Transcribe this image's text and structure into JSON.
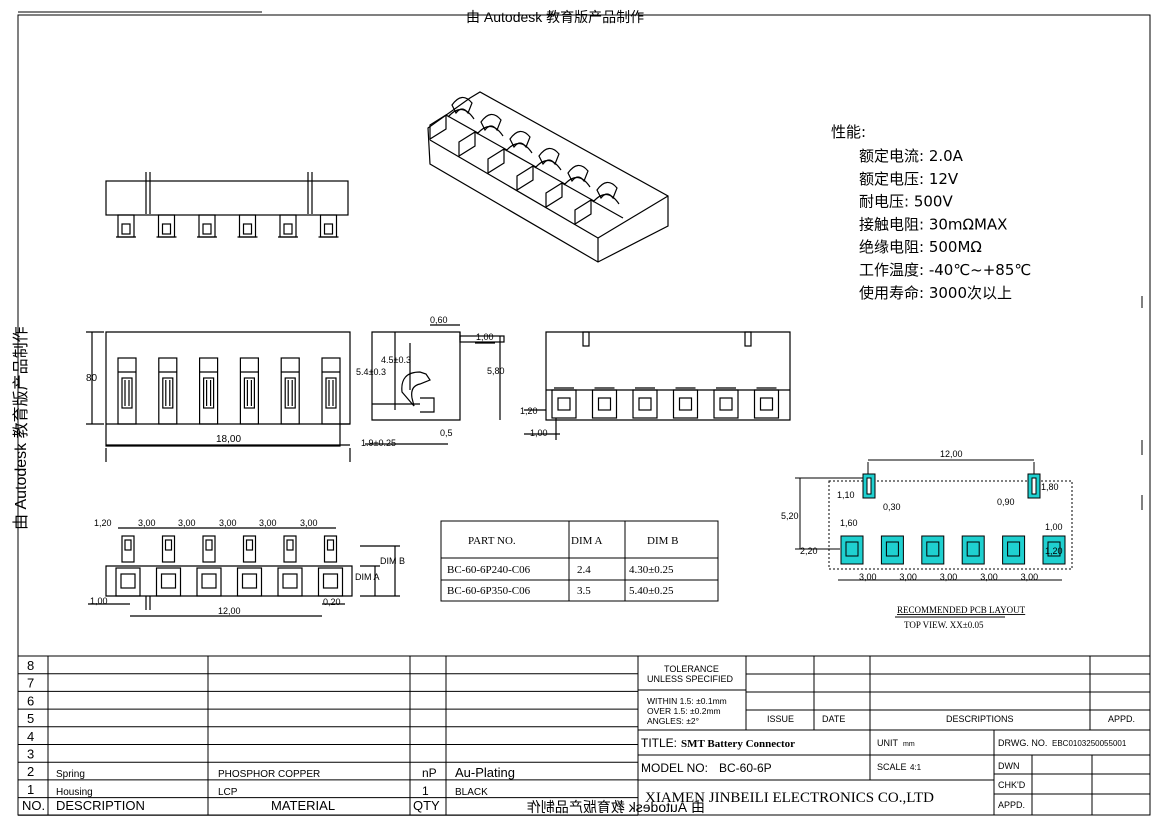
{
  "watermark": {
    "top": "由 Autodesk 教育版产品制作",
    "left": "由 Autodesk 教育版产品制作",
    "bottom_mirrored": "由 Autodesk 教育版产品制作"
  },
  "specs": {
    "heading": "性能:",
    "lines": [
      "额定电流: 2.0A",
      "额定电压: 12V",
      "耐电压: 500V",
      "接触电阻: 30mΩMAX",
      "绝缘电阻: 500MΩ",
      "工作温度: -40℃~+85℃",
      "使用寿命: 3000次以上"
    ]
  },
  "dims": {
    "front_height": "80",
    "front_width": "18,00",
    "side_top": "0,60",
    "side_100": "1,00",
    "side_45": "4.5±0.3",
    "side_54": "5.4±0.3",
    "side_580": "5,80",
    "side_05": "0,5",
    "side_19": "1.9±0.25",
    "rear_120": "1,20",
    "rear_100": "1,00",
    "pitch": [
      "1,20",
      "3,00",
      "3,00",
      "3,00",
      "3,00",
      "3,00"
    ],
    "bottom_100": "1,00",
    "bottom_1200": "12,00",
    "bottom_020": "0,20",
    "dim_a": "DIM A",
    "dim_b": "DIM B",
    "pcb_1200": "12,00",
    "pcb_110": "1,10",
    "pcb_030": "0,30",
    "pcb_090": "0,90",
    "pcb_180": "1,80",
    "pcb_520": "5,20",
    "pcb_160": "1,60",
    "pcb_100": "1,00",
    "pcb_220": "2,20",
    "pcb_120": "1,20",
    "pcb_pitch": [
      "3,00",
      "3,00",
      "3,00",
      "3,00",
      "3,00"
    ]
  },
  "pcb_caption": {
    "title": "RECOMMENDED PCB LAYOUT",
    "subtitle": "TOP VIEW. XX±0.05"
  },
  "part_table": {
    "headers": [
      "PART NO.",
      "DIM A",
      "DIM B"
    ],
    "rows": [
      [
        "BC-60-6P240-C06",
        "2.4",
        "4.30±0.25"
      ],
      [
        "BC-60-6P350-C06",
        "3.5",
        "5.40±0.25"
      ]
    ]
  },
  "colors": {
    "pad_fill": "#1fd0d0",
    "line": "#000000"
  },
  "bom": {
    "rows": [
      {
        "no": "8",
        "description": "",
        "material": "",
        "qty": "",
        "finish": ""
      },
      {
        "no": "7",
        "description": "",
        "material": "",
        "qty": "",
        "finish": ""
      },
      {
        "no": "6",
        "description": "",
        "material": "",
        "qty": "",
        "finish": ""
      },
      {
        "no": "5",
        "description": "",
        "material": "",
        "qty": "",
        "finish": ""
      },
      {
        "no": "4",
        "description": "",
        "material": "",
        "qty": "",
        "finish": ""
      },
      {
        "no": "3",
        "description": "",
        "material": "",
        "qty": "",
        "finish": ""
      },
      {
        "no": "2",
        "description": "Spring",
        "material": "PHOSPHOR COPPER",
        "qty": "nP",
        "finish": "Au-Plating"
      },
      {
        "no": "1",
        "description": "Housing",
        "material": "LCP",
        "qty": "1",
        "finish": "BLACK"
      }
    ],
    "header": {
      "no": "NO.",
      "description": "DESCRIPTION",
      "material": "MATERIAL",
      "qty": "QTY"
    }
  },
  "title_block": {
    "tolerance_title": "TOLERANCE",
    "tolerance_sub": "UNLESS SPECIFIED",
    "tol_1": "WITHIN 1.5: ±0.1mm",
    "tol_2": "OVER 1.5:  ±0.2mm",
    "tol_3": "ANGLES: ±2°",
    "issue": "ISSUE",
    "date": "DATE",
    "descriptions": "DESCRIPTIONS",
    "appd_rev": "APPD.",
    "title_label": "TITLE:",
    "title_value": "SMT Battery Connector",
    "unit_label": "UNIT",
    "unit_value": "mm",
    "drwg_label": "DRWG. NO.",
    "drwg_value": "EBC0103250055001",
    "model_label": "MODEL NO:",
    "model_value": "BC-60-6P",
    "scale_label": "SCALE",
    "scale_value": "4:1",
    "dwn": "DWN",
    "chkd": "CHK'D",
    "appd": "APPD.",
    "company": "XIAMEN JINBEILI ELECTRONICS CO.,LTD"
  }
}
